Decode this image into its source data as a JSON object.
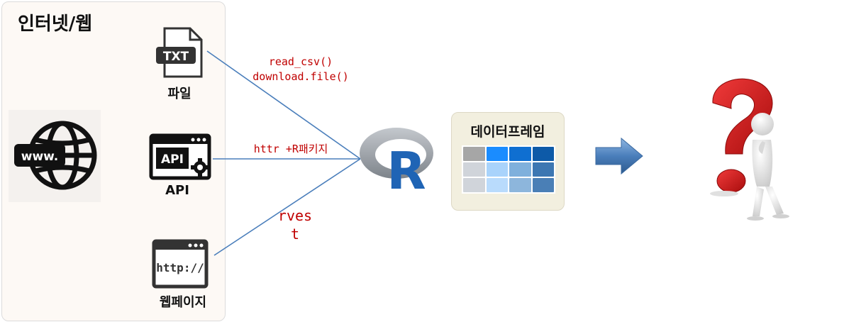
{
  "panel": {
    "title": "인터넷/웹"
  },
  "sources": {
    "file": {
      "icon_text": "TXT",
      "label": "파일"
    },
    "api": {
      "icon_text": "API",
      "label": "API"
    },
    "webpage": {
      "icon_text": "http://",
      "label": "웹페이지"
    },
    "web": {
      "icon_text": "www."
    }
  },
  "methods": {
    "file_line1": "read_csv()",
    "file_line2": "download.file()",
    "api": "httr +R패키지",
    "web_line1": "rves",
    "web_line2": "t"
  },
  "r_logo": {
    "letter": "R"
  },
  "dataframe": {
    "title": "데이터프레임",
    "cells": [
      [
        "#a6a6a6",
        "#1a8cff",
        "#0f6fd1",
        "#0d5aa8"
      ],
      [
        "#d0d4da",
        "#a9d3fb",
        "#7fb0dc",
        "#3d77b2"
      ],
      [
        "#d0d4da",
        "#b9dbfc",
        "#8db6dc",
        "#4a7fb6"
      ]
    ]
  },
  "colors": {
    "arrow_line": "#4a7ebb",
    "code_text": "#c00000",
    "question_mark": "#d11414",
    "r_blue": "#1f64b5",
    "r_ring": "#8f959c"
  }
}
